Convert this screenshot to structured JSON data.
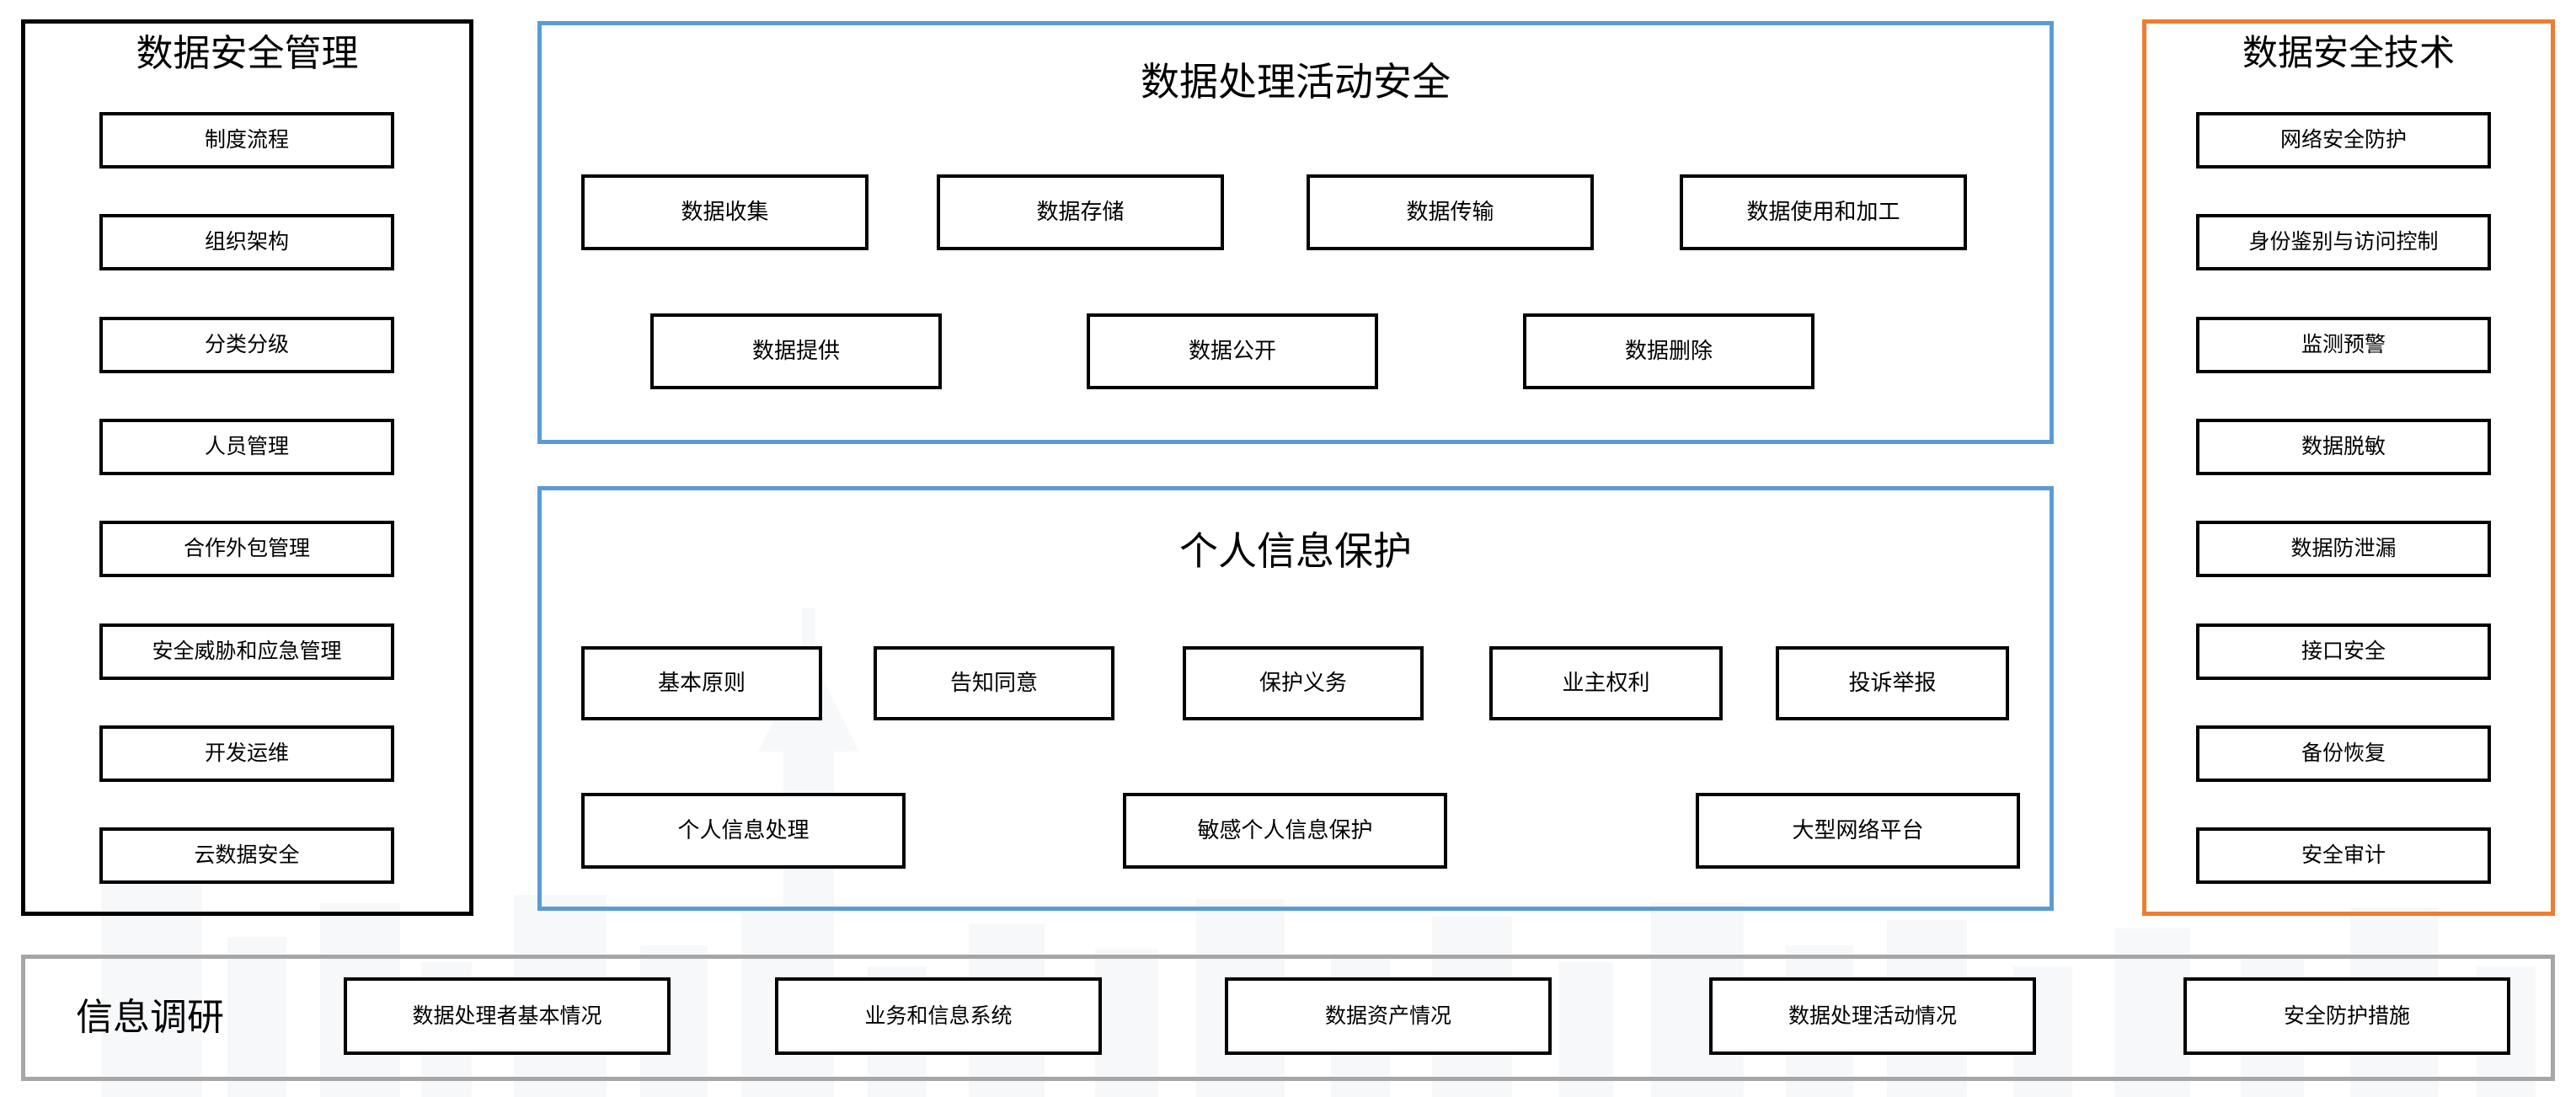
{
  "colors": {
    "black": "#000000",
    "blue": "#5B9BD5",
    "orange": "#ED7D31",
    "gray": "#A6A6A6",
    "background": "#FFFFFF"
  },
  "management_panel": {
    "title": "数据安全管理",
    "items": [
      {
        "label": "制度流程"
      },
      {
        "label": "组织架构"
      },
      {
        "label": "分类分级"
      },
      {
        "label": "人员管理"
      },
      {
        "label": "合作外包管理"
      },
      {
        "label": "安全威胁和应急管理"
      },
      {
        "label": "开发运维"
      },
      {
        "label": "云数据安全"
      }
    ]
  },
  "processing_panel": {
    "title": "数据处理活动安全",
    "row1": [
      {
        "label": "数据收集"
      },
      {
        "label": "数据存储"
      },
      {
        "label": "数据传输"
      },
      {
        "label": "数据使用和加工"
      }
    ],
    "row2": [
      {
        "label": "数据提供"
      },
      {
        "label": "数据公开"
      },
      {
        "label": "数据删除"
      }
    ]
  },
  "personal_panel": {
    "title": "个人信息保护",
    "row1": [
      {
        "label": "基本原则"
      },
      {
        "label": "告知同意"
      },
      {
        "label": "保护义务"
      },
      {
        "label": "业主权利"
      },
      {
        "label": "投诉举报"
      }
    ],
    "row2": [
      {
        "label": "个人信息处理"
      },
      {
        "label": "敏感个人信息保护"
      },
      {
        "label": "大型网络平台"
      }
    ]
  },
  "technology_panel": {
    "title": "数据安全技术",
    "items": [
      {
        "label": "网络安全防护"
      },
      {
        "label": "身份鉴别与访问控制"
      },
      {
        "label": "监测预警"
      },
      {
        "label": "数据脱敏"
      },
      {
        "label": "数据防泄漏"
      },
      {
        "label": "接口安全"
      },
      {
        "label": "备份恢复"
      },
      {
        "label": "安全审计"
      }
    ]
  },
  "survey_bar": {
    "title": "信息调研",
    "items": [
      {
        "label": "数据处理者基本情况"
      },
      {
        "label": "业务和信息系统"
      },
      {
        "label": "数据资产情况"
      },
      {
        "label": "数据处理活动情况"
      },
      {
        "label": "安全防护措施"
      }
    ]
  }
}
